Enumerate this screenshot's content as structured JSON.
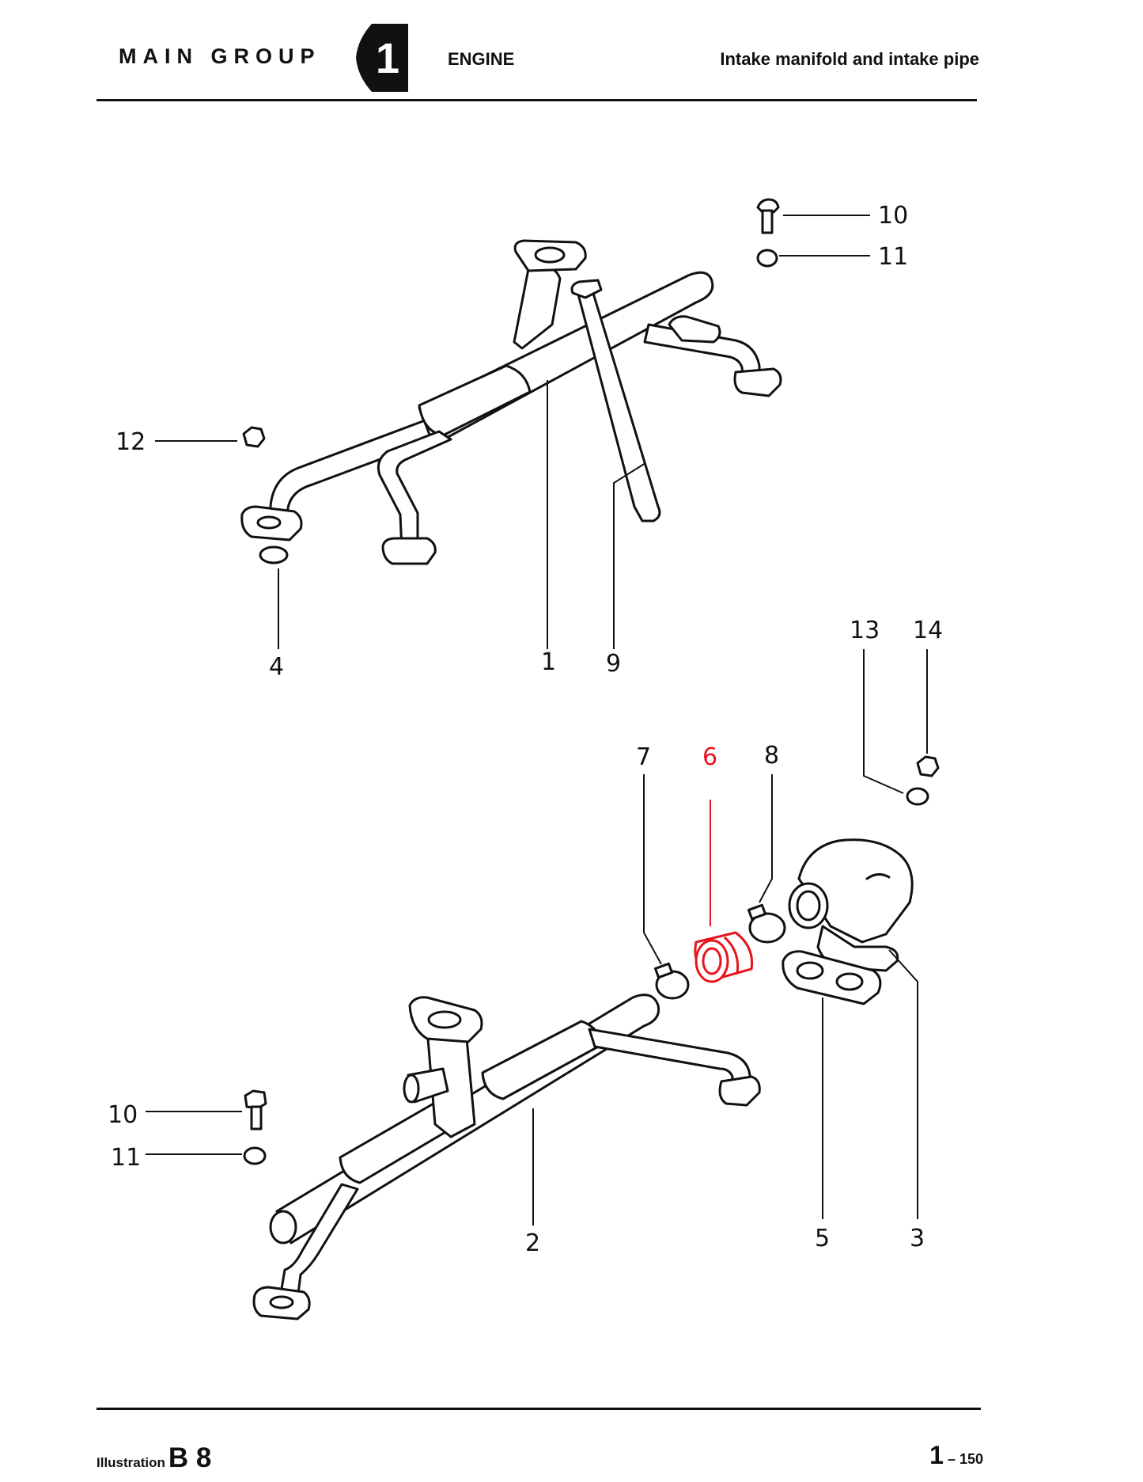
{
  "header": {
    "group_label": "MAIN GROUP",
    "group_number": "1",
    "section": "ENGINE",
    "title": "Intake manifold and intake pipe"
  },
  "callouts": [
    "1",
    "2",
    "3",
    "4",
    "5",
    "6",
    "7",
    "8",
    "9",
    "10",
    "11",
    "12",
    "13",
    "14"
  ],
  "highlighted_callout": "6",
  "highlight_color": "#e8141c",
  "footer": {
    "illustration_label": "Illustration",
    "illustration_code": "B 8",
    "page_major": "1",
    "page_minor": "150"
  }
}
